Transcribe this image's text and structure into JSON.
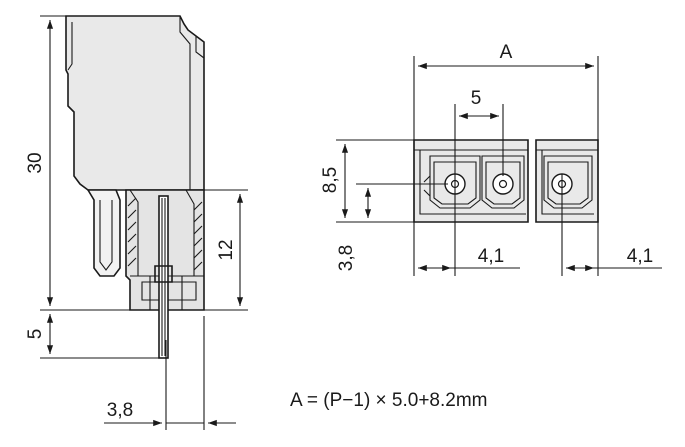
{
  "side_view": {
    "dim_height_total": "30",
    "dim_pin_section": "12",
    "dim_pin_length": "5",
    "dim_pin_offset": "3,8"
  },
  "front_view": {
    "dim_width": "A",
    "dim_pitch": "5",
    "dim_hole_height": "8,5",
    "dim_base_height": "3,8",
    "dim_offset_left": "4,1",
    "dim_offset_right": "4,1"
  },
  "formula": "A = (P−1) × 5.0+8.2mm",
  "colors": {
    "line": "#1a1a1a",
    "body_fill": "#e9e9e9",
    "background": "#ffffff"
  }
}
